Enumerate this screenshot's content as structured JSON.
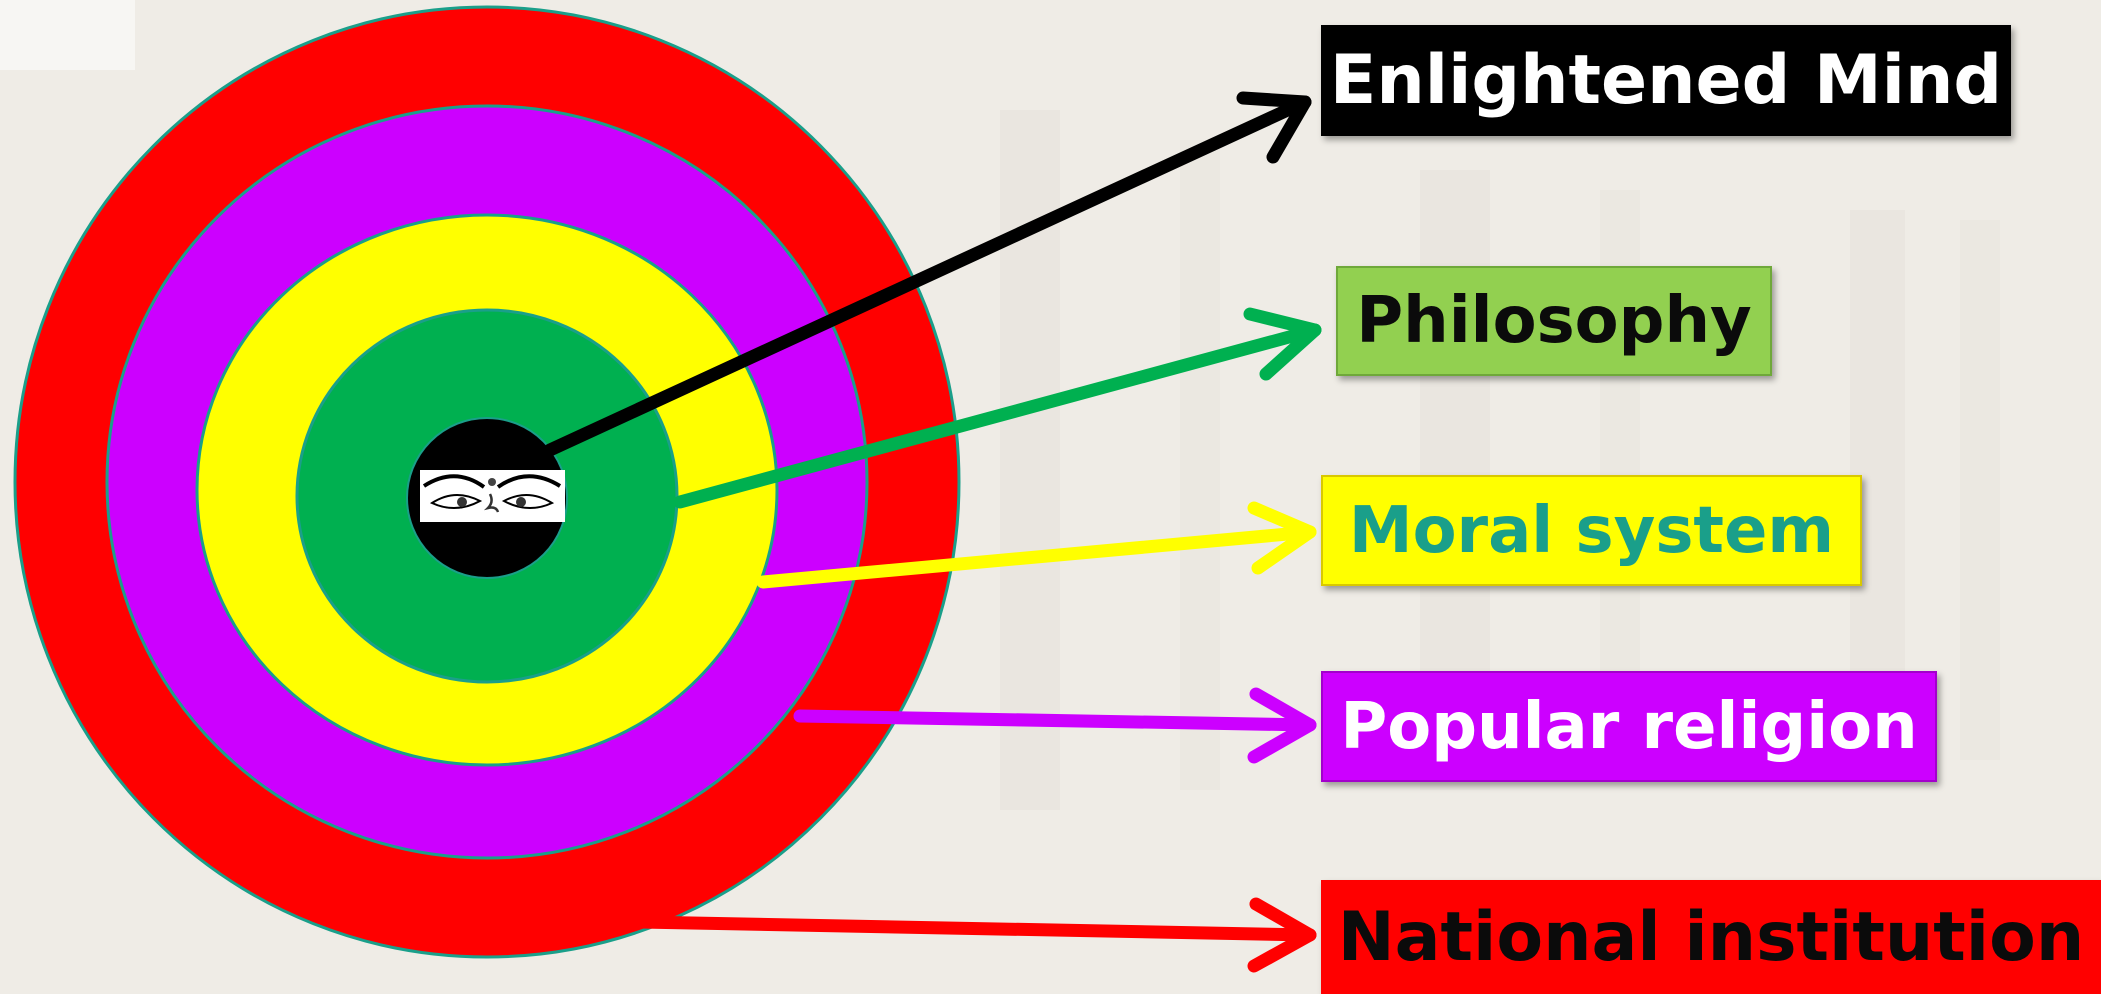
{
  "diagram": {
    "center_image": "buddha-eyes-icon",
    "layers": [
      {
        "label": "Enlightened Mind",
        "ring_color": "#000000",
        "box_bg": "#000000",
        "text_color": "#ffffff",
        "arrow_color": "#000000"
      },
      {
        "label": "Philosophy",
        "ring_color": "#00b050",
        "box_bg": "#92d050",
        "text_color": "#0b0b0b",
        "arrow_color": "#00b050"
      },
      {
        "label": "Moral system",
        "ring_color": "#ffff00",
        "box_bg": "#ffff00",
        "text_color": "#1a9f8a",
        "arrow_color": "#ffff00"
      },
      {
        "label": "Popular religion",
        "ring_color": "#cc00ff",
        "box_bg": "#cc00ff",
        "text_color": "#ffffff",
        "arrow_color": "#cc00ff"
      },
      {
        "label": "National institution",
        "ring_color": "#ff0000",
        "box_bg": "#ff0000",
        "text_color": "#0b0b0b",
        "arrow_color": "#ff0000"
      }
    ]
  }
}
